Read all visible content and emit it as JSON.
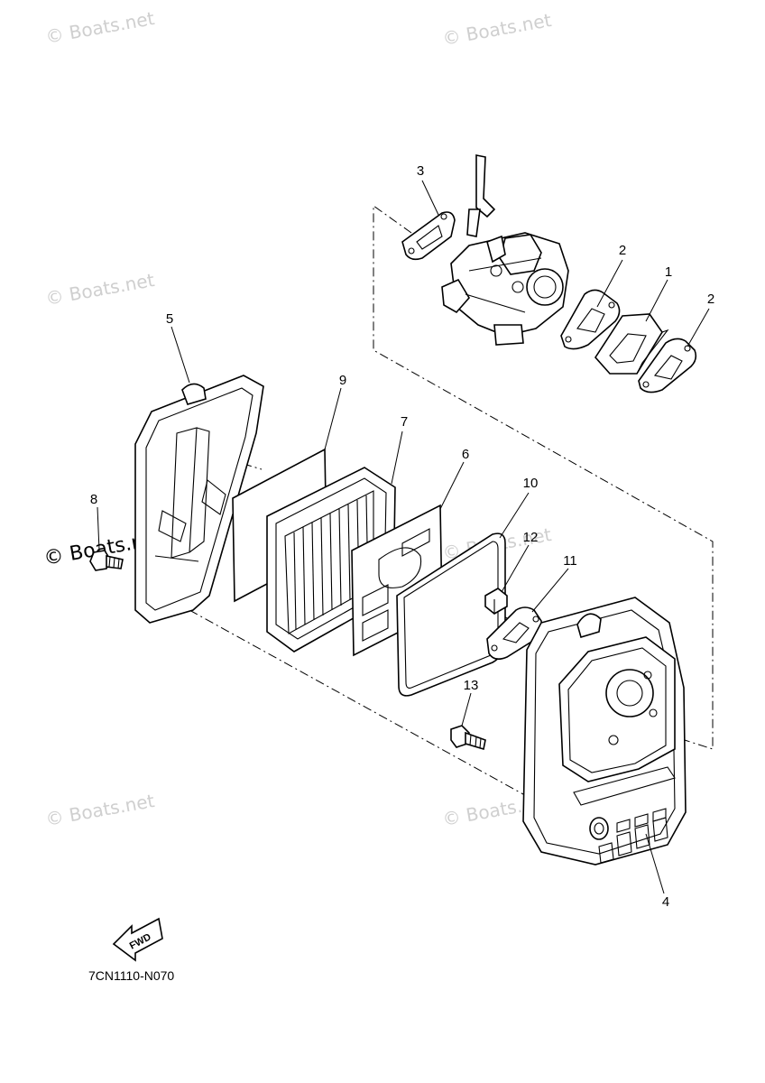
{
  "watermark": "© Boats.net",
  "diagram_code": "7CN1110-N070",
  "fwd_label": "FWD",
  "callouts": {
    "c1": "1",
    "c2a": "2",
    "c2b": "2",
    "c3": "3",
    "c4": "4",
    "c5": "5",
    "c6": "6",
    "c7": "7",
    "c8": "8",
    "c9": "9",
    "c10": "10",
    "c11": "11",
    "c12": "12",
    "c13": "13"
  },
  "icons": {
    "fwd_arrow": "fwd-arrow-icon",
    "copyright": "copyright-icon"
  },
  "colors": {
    "line": "#000000",
    "watermark": "#cfcfcf",
    "background": "#ffffff"
  }
}
